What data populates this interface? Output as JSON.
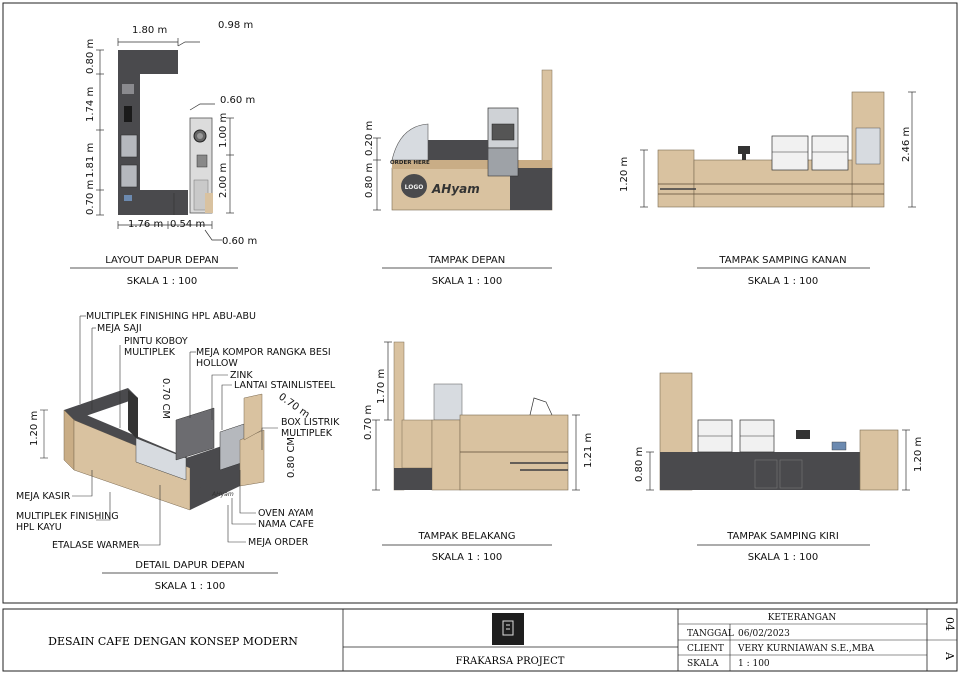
{
  "layout_dapur_depan": {
    "title": "LAYOUT DAPUR DEPAN",
    "scale": "SKALA 1 : 100",
    "dims": {
      "top_width": "1.80 m",
      "top_right": "0.98 m",
      "left_a": "0.80 m",
      "left_b": "1.74 m",
      "left_c": "1.81 m",
      "left_d": "0.70 m",
      "bottom_left": "1.76 m",
      "bottom_mid": "0.54 m",
      "right_top": "0.60 m",
      "right_a": "1.00 m",
      "right_b": "2.00 m",
      "right_bottom": "0.60 m"
    }
  },
  "tampak_depan": {
    "title": "TAMPAK DEPAN",
    "scale": "SKALA 1 : 100",
    "dims": {
      "h_top": "0.20 m",
      "h_main": "0.80 m"
    },
    "order_here": "ORDER HERE",
    "logo": "LOGO",
    "brand": "AHyam"
  },
  "tampak_samping_kanan": {
    "title": "TAMPAK SAMPING KANAN",
    "scale": "SKALA 1 : 100",
    "dims": {
      "h_left": "1.20 m",
      "h_right": "2.46 m"
    }
  },
  "detail_dapur_depan": {
    "title": "DETAIL DAPUR DEPAN",
    "scale": "SKALA 1 : 100",
    "labels": {
      "hpl_abu": "MULTIPLEK FINISHING HPL ABU-ABU",
      "meja_saji": "MEJA SAJI",
      "pintu_koboy_1": "PINTU KOBOY",
      "pintu_koboy_2": "MULTIPLEK",
      "kompor_1": "MEJA KOMPOR RANGKA BESI",
      "kompor_2": "HOLLOW",
      "zink": "ZINK",
      "lantai": "LANTAI STAINLISTEEL",
      "box_1": "BOX LISTRIK",
      "box_2": "MULTIPLEK",
      "oven": "OVEN AYAM",
      "nama_cafe": "NAMA CAFE",
      "meja_order": "MEJA ORDER",
      "etalase": "ETALASE WARMER",
      "hpl_kayu_1": "MULTIPLEK FINISHING",
      "hpl_kayu_2": "HPL KAYU",
      "meja_kasir": "MEJA KASIR"
    },
    "dims": {
      "h_left": "1.20 m",
      "d_070cm": "0.70 CM",
      "d_070m": "0.70 m",
      "d_080cm": "0.80 CM"
    }
  },
  "tampak_belakang": {
    "title": "TAMPAK BELAKANG",
    "scale": "SKALA 1 : 100",
    "dims": {
      "h_170": "1.70 m",
      "h_070": "0.70 m",
      "h_121": "1.21 m"
    }
  },
  "tampak_samping_kiri": {
    "title": "TAMPAK SAMPING KIRI",
    "scale": "SKALA 1 : 100",
    "dims": {
      "h_left": "0.80 m",
      "h_right": "1.20 m"
    }
  },
  "title_block": {
    "project_title": "DESAIN CAFE DENGAN KONSEP MODERN",
    "firm": "FRAKARSA PROJECT",
    "keterangan": "KETERANGAN",
    "tanggal_label": "TANGGAL",
    "tanggal_value": "06/02/2023",
    "client_label": "CLIENT",
    "client_value": "VERY KURNIAWAN S.E.,MBA",
    "skala_label": "SKALA",
    "skala_value": "1 : 100",
    "sheet_no": "04",
    "sheet_series": "A"
  },
  "colors": {
    "wood": "#d9c2a0",
    "wood_dark": "#c9ad86",
    "dark": "#4a4a4d",
    "darker": "#2e2e31",
    "glass": "#d7dbe0"
  }
}
